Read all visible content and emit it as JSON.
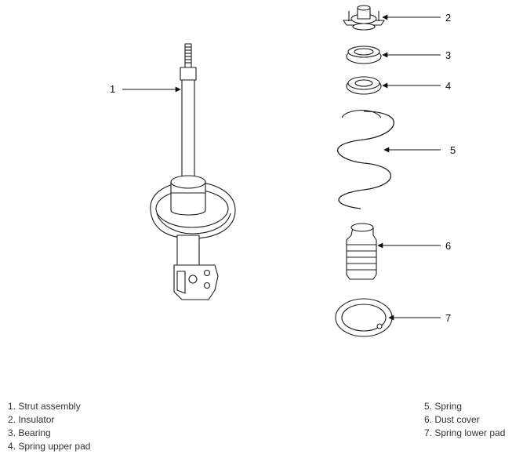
{
  "callouts": [
    "1",
    "2",
    "3",
    "4",
    "5",
    "6",
    "7"
  ],
  "legend": {
    "left": [
      "1. Strut assembly",
      "2. Insulator",
      "3. Bearing",
      "4. Spring upper pad"
    ],
    "right": [
      "5. Spring",
      "6. Dust cover",
      "7. Spring lower pad"
    ]
  }
}
